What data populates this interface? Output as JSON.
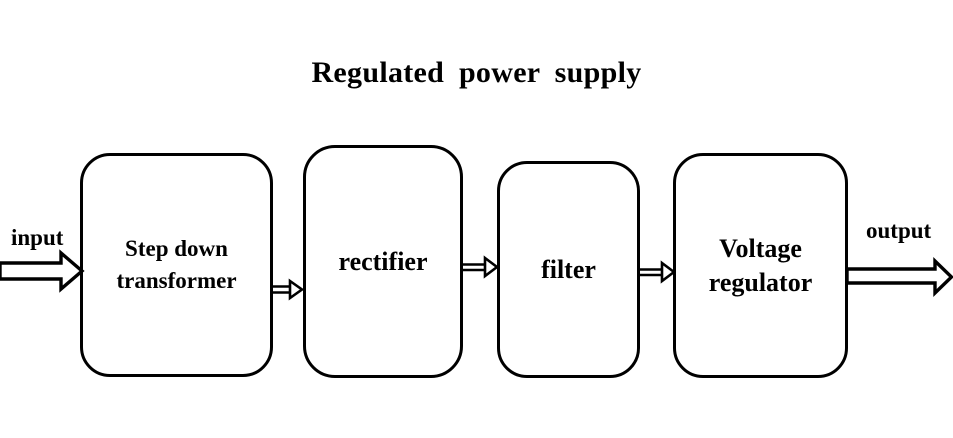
{
  "diagram": {
    "title": "Regulated power supply",
    "input_label": "input",
    "output_label": "output",
    "blocks": [
      {
        "id": "step-down-transformer",
        "label": "Step down\ntransformer"
      },
      {
        "id": "rectifier",
        "label": "rectifier"
      },
      {
        "id": "filter",
        "label": "filter"
      },
      {
        "id": "voltage-regulator",
        "label": "Voltage\nregulator"
      }
    ],
    "arrows": [
      {
        "name": "input-arrow",
        "from": "input",
        "to": "Step down transformer",
        "style": "hollow-block-arrow"
      },
      {
        "name": "arrow-1-2",
        "from": "Step down transformer",
        "to": "rectifier",
        "style": "double-line-arrow"
      },
      {
        "name": "arrow-2-3",
        "from": "rectifier",
        "to": "filter",
        "style": "double-line-arrow"
      },
      {
        "name": "arrow-3-4",
        "from": "filter",
        "to": "Voltage regulator",
        "style": "double-line-arrow"
      },
      {
        "name": "output-arrow",
        "from": "Voltage regulator",
        "to": "output",
        "style": "hollow-block-arrow"
      }
    ],
    "colors": {
      "line": "#000000",
      "background": "#ffffff"
    }
  }
}
